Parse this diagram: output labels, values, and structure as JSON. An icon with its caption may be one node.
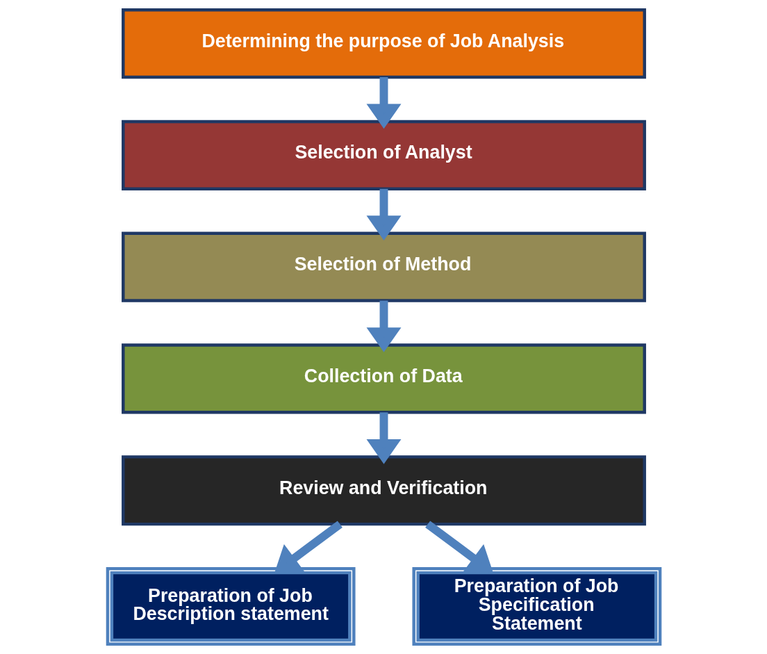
{
  "diagram": {
    "nodes": [
      {
        "text": [
          "Determining the purpose of Job Analysis"
        ]
      },
      {
        "text": [
          "Selection of Analyst"
        ]
      },
      {
        "text": [
          "Selection of Method"
        ]
      },
      {
        "text": [
          "Collection of Data"
        ]
      },
      {
        "text": [
          "Review and Verification"
        ]
      },
      {
        "text": [
          "Preparation of Job Description statement"
        ]
      },
      {
        "text": [
          "Preparation of Job Specification Statement"
        ]
      }
    ],
    "edges": [
      {
        "from": 0,
        "to": 1,
        "arrow": "to"
      },
      {
        "from": 1,
        "to": 2,
        "arrow": "to"
      },
      {
        "from": 2,
        "to": 3,
        "arrow": "to"
      },
      {
        "from": 3,
        "to": 4,
        "arrow": "to"
      },
      {
        "from": 4,
        "to": 5,
        "arrow": "to"
      },
      {
        "from": 4,
        "to": 6,
        "arrow": "to"
      }
    ]
  }
}
